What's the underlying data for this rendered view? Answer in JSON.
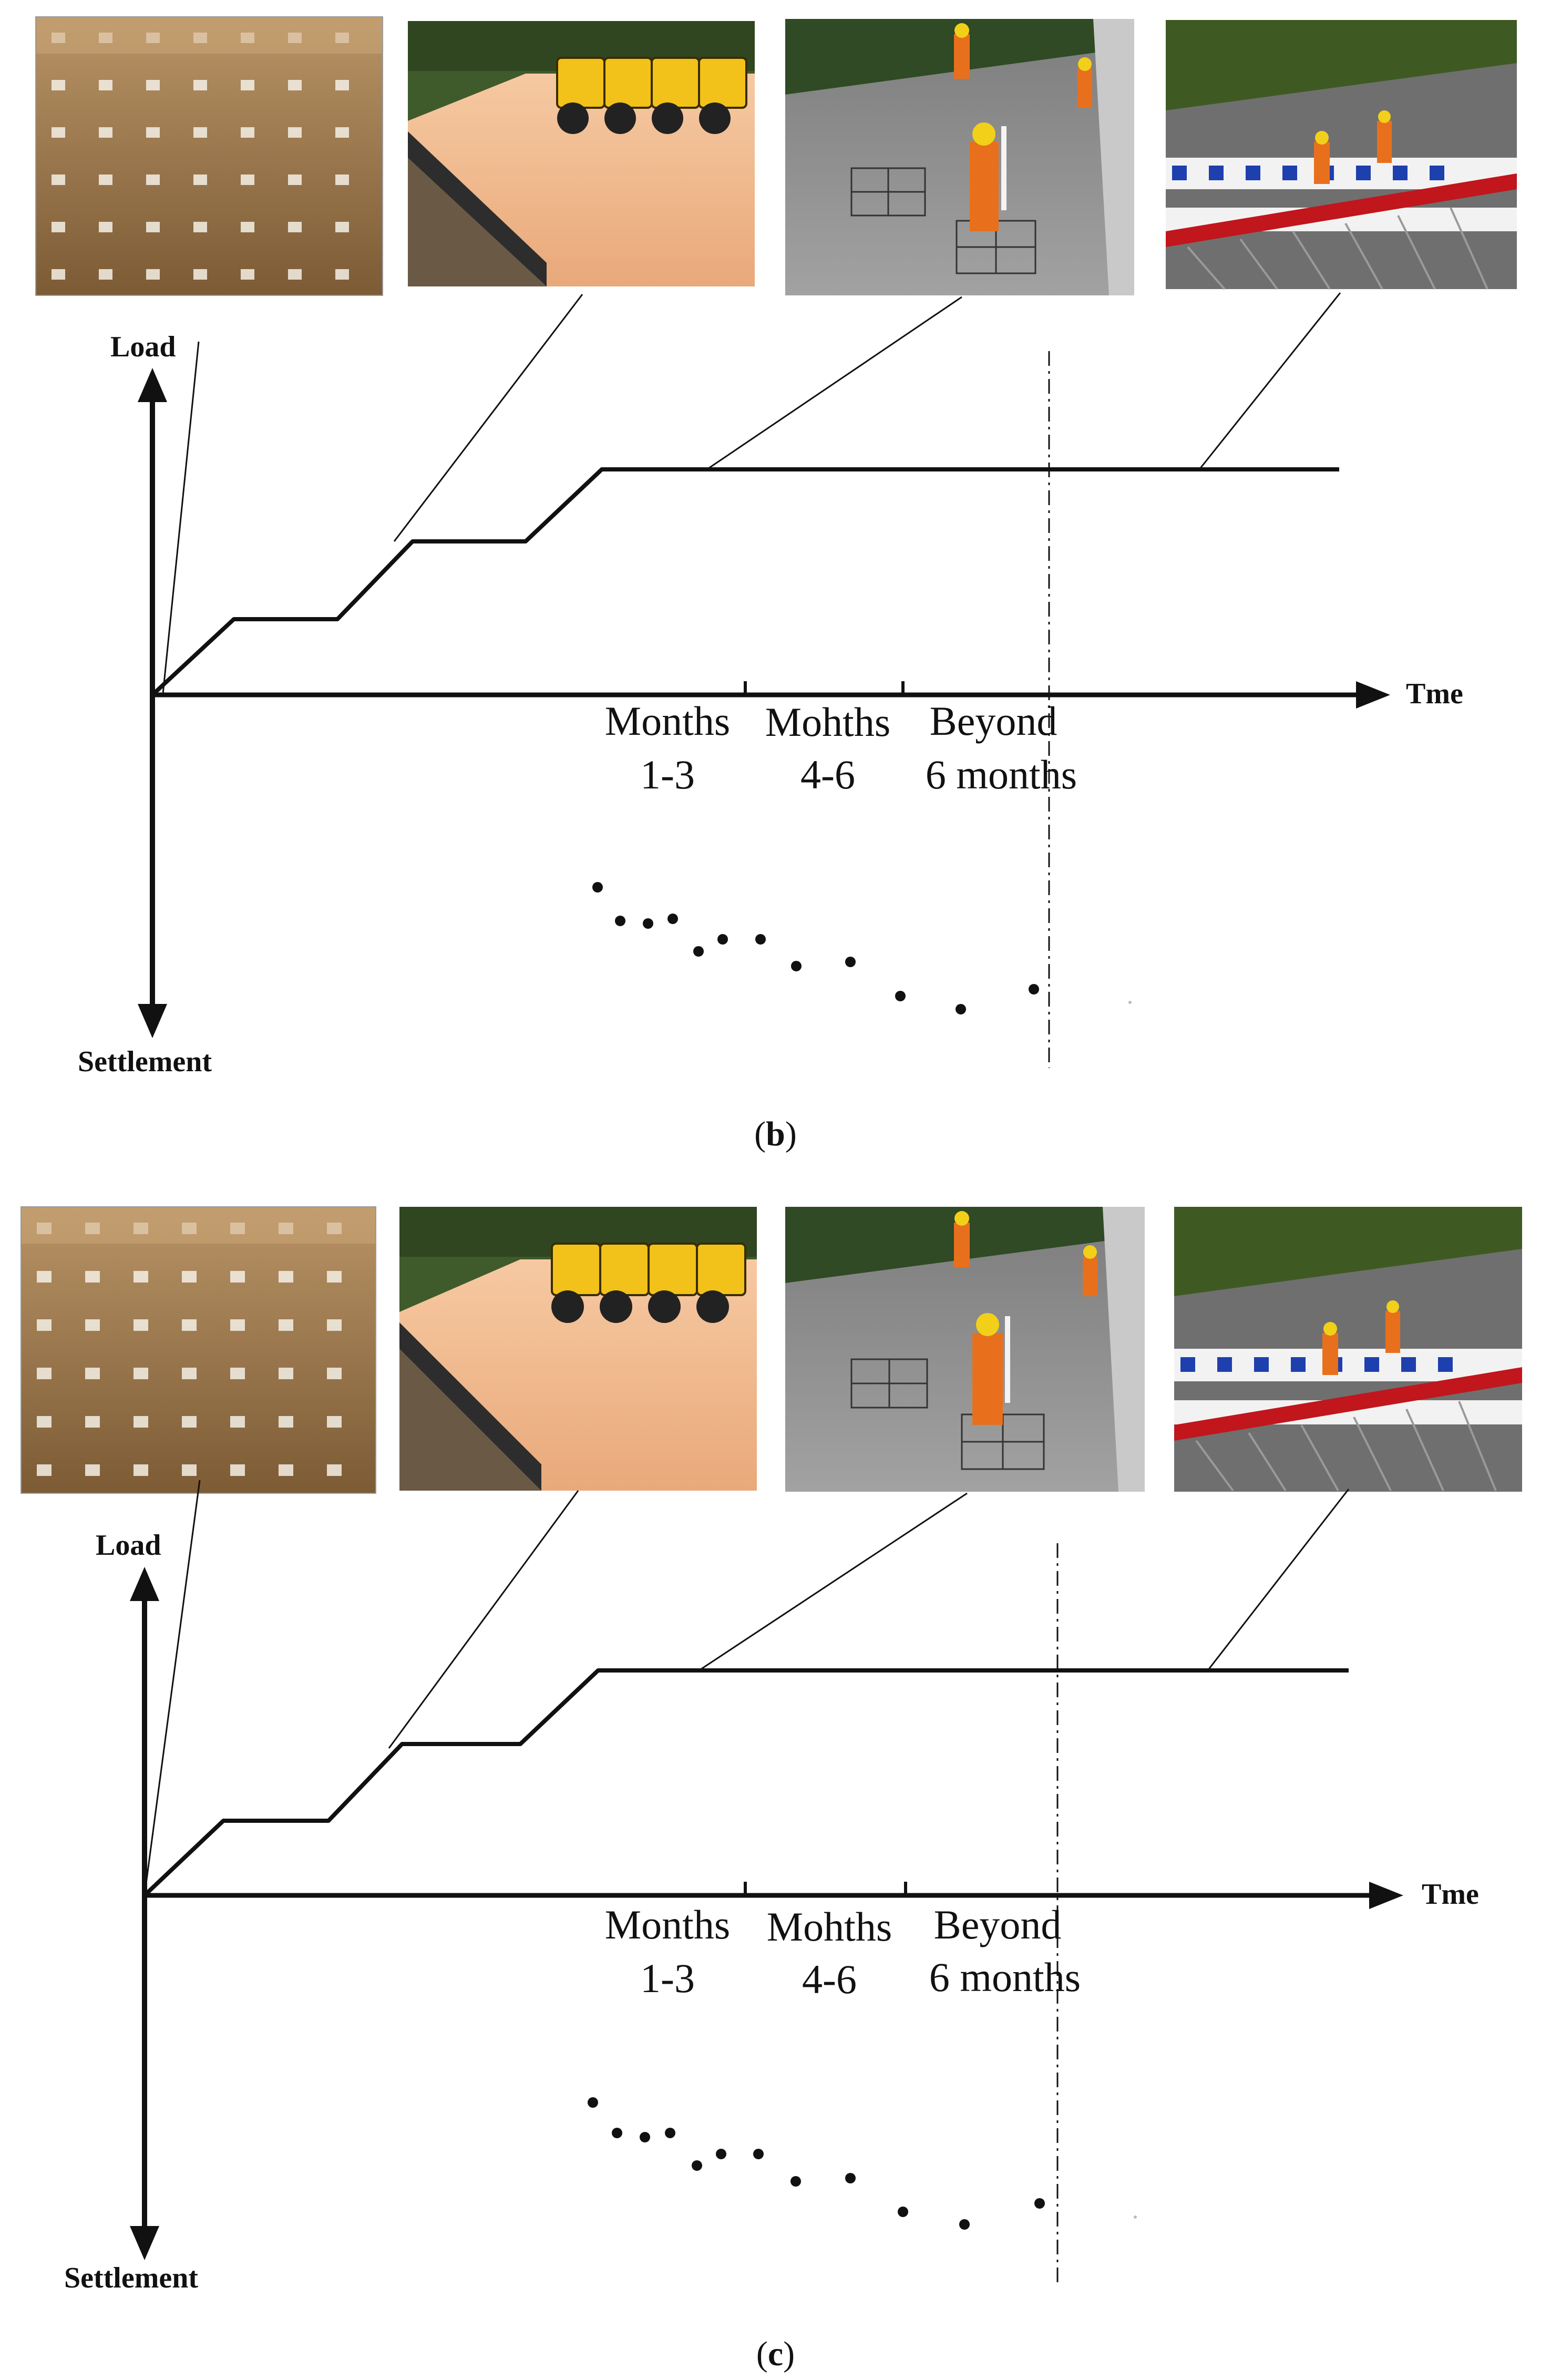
{
  "figures": [
    {
      "caption_open": "(",
      "caption_letter": "b",
      "caption_close": ")",
      "y_axis_top_label": "Load",
      "y_axis_bottom_label": "Settlement",
      "x_axis_label": "Tme",
      "periods": [
        {
          "line1": "Months",
          "line2": "1-3"
        },
        {
          "line1": "Mohths",
          "line2": "4-6"
        },
        {
          "line1": "Beyond",
          "line2": "6 months"
        }
      ],
      "images": [
        {
          "name": "soil-with-markers-image",
          "depicts": "ground surface with grid of white settlement plates"
        },
        {
          "name": "compactors-on-embankment-image",
          "depicts": "four yellow compactor rollers on sand embankment"
        },
        {
          "name": "surveyors-on-road-image",
          "depicts": "workers in orange with survey instrument on asphalt"
        },
        {
          "name": "railway-track-image",
          "depicts": "workers on railway track with red rail and white sleepers"
        }
      ]
    },
    {
      "caption_open": "(",
      "caption_letter": "c",
      "caption_close": ")",
      "y_axis_top_label": "Load",
      "y_axis_bottom_label": "Settlement",
      "x_axis_label": "Tme",
      "periods": [
        {
          "line1": "Months",
          "line2": "1-3"
        },
        {
          "line1": "Mohths",
          "line2": "4-6"
        },
        {
          "line1": "Beyond",
          "line2": "6 months"
        }
      ],
      "images": [
        {
          "name": "soil-with-markers-image",
          "depicts": "ground surface with grid of white settlement plates"
        },
        {
          "name": "compactors-on-embankment-image",
          "depicts": "four yellow compactor rollers on sand embankment"
        },
        {
          "name": "surveyors-on-road-image",
          "depicts": "workers in orange with survey instrument on asphalt"
        },
        {
          "name": "railway-track-image",
          "depicts": "workers on railway track with red rail and white sleepers"
        }
      ]
    }
  ],
  "colors": {
    "soil": "#9c7a4c",
    "sand": "#f0b88c",
    "asphalt": "#8d8d8d",
    "machine_yellow": "#f2c21a",
    "worker_orange": "#e8701c",
    "rail_red": "#c0161c",
    "line": "#111111"
  }
}
